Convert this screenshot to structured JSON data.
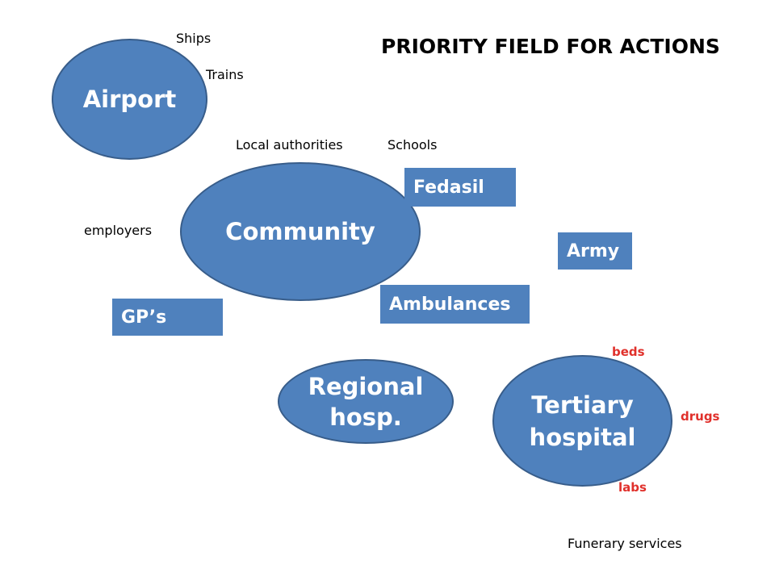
{
  "title": "PRIORITY FIELD FOR ACTIONS",
  "ellipses": {
    "airport": "Airport",
    "community": "Community",
    "regional_line1": "Regional",
    "regional_line2": "hosp.",
    "tertiary_line1": "Tertiary",
    "tertiary_line2": "hospital"
  },
  "boxes": {
    "fedasil": "Fedasil",
    "army": "Army",
    "ambulances": "Ambulances",
    "gps": "GP’s"
  },
  "labels": {
    "ships": "Ships",
    "trains": "Trains",
    "local_authorities": "Local authorities",
    "schools": "Schools",
    "employers": "employers",
    "funerary_services": "Funerary services"
  },
  "resources": {
    "beds": "beds",
    "drugs": "drugs",
    "labs": "labs"
  },
  "colors": {
    "shape_fill": "#4f81bd",
    "shape_border": "#385d8a",
    "resource_text": "#e0302b"
  }
}
